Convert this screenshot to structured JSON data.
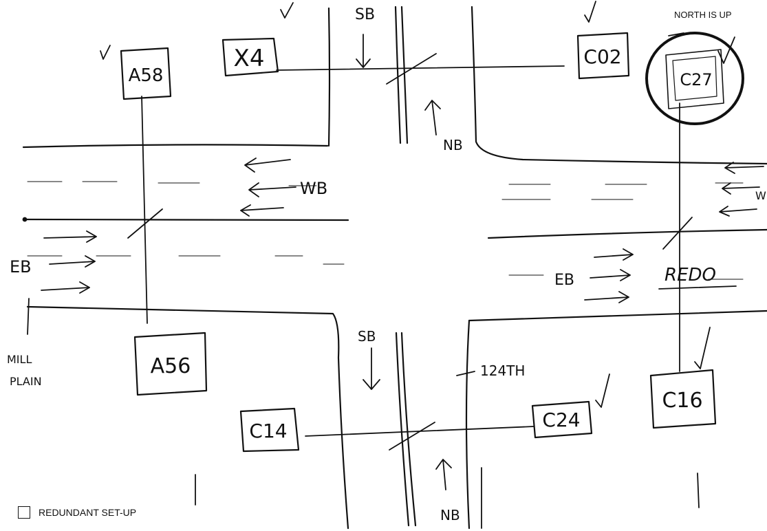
{
  "north_label": "NORTH IS UP",
  "legend": {
    "label": "REDUNDANT SET-UP"
  },
  "directions": {
    "wb": "WB",
    "eb_left": "EB",
    "eb_right": "EB",
    "sb_top": "SB",
    "nb_top": "NB",
    "sb_bottom": "SB",
    "nb_bottom": "NB",
    "wb_right_partial": "W"
  },
  "streets": {
    "west": "MILL PLAIN",
    "south": "124TH"
  },
  "note": "REDO",
  "stations": {
    "a58": "A58",
    "x4": "X4",
    "c02": "C02",
    "c27": "C27",
    "a56": "A56",
    "c14": "C14",
    "c24": "C24",
    "c16": "C16"
  },
  "colors": {
    "ink": "#111111",
    "background": "#ffffff"
  }
}
